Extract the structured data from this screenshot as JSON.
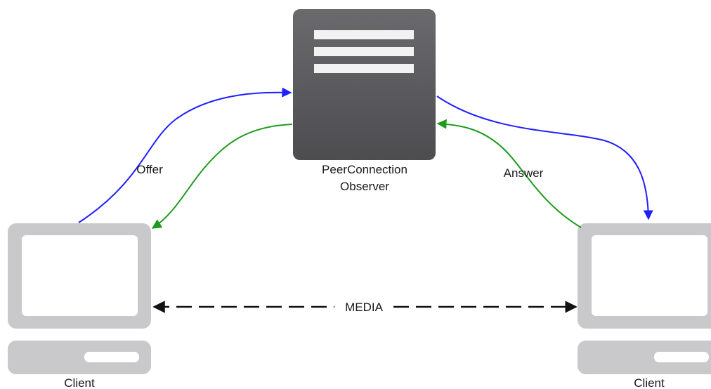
{
  "server": {
    "label_line1": "PeerConnection",
    "label_line2": "Observer"
  },
  "client_left": {
    "label": "Client"
  },
  "client_right": {
    "label": "Client"
  },
  "edges": {
    "offer_label": "Offer",
    "answer_label": "Answer",
    "media_label": "MEDIA"
  },
  "colors": {
    "server_fill": "#5c5c5f",
    "server_lines": "#f2f2f2",
    "client_fill": "#c9c9cc",
    "client_screen": "#ffffff",
    "signal_blue": "#1f1fff",
    "signal_green": "#1f9a1f",
    "media_dash": "#111111"
  },
  "icons": {
    "server": "server-icon",
    "client": "desktop-computer-icon"
  }
}
